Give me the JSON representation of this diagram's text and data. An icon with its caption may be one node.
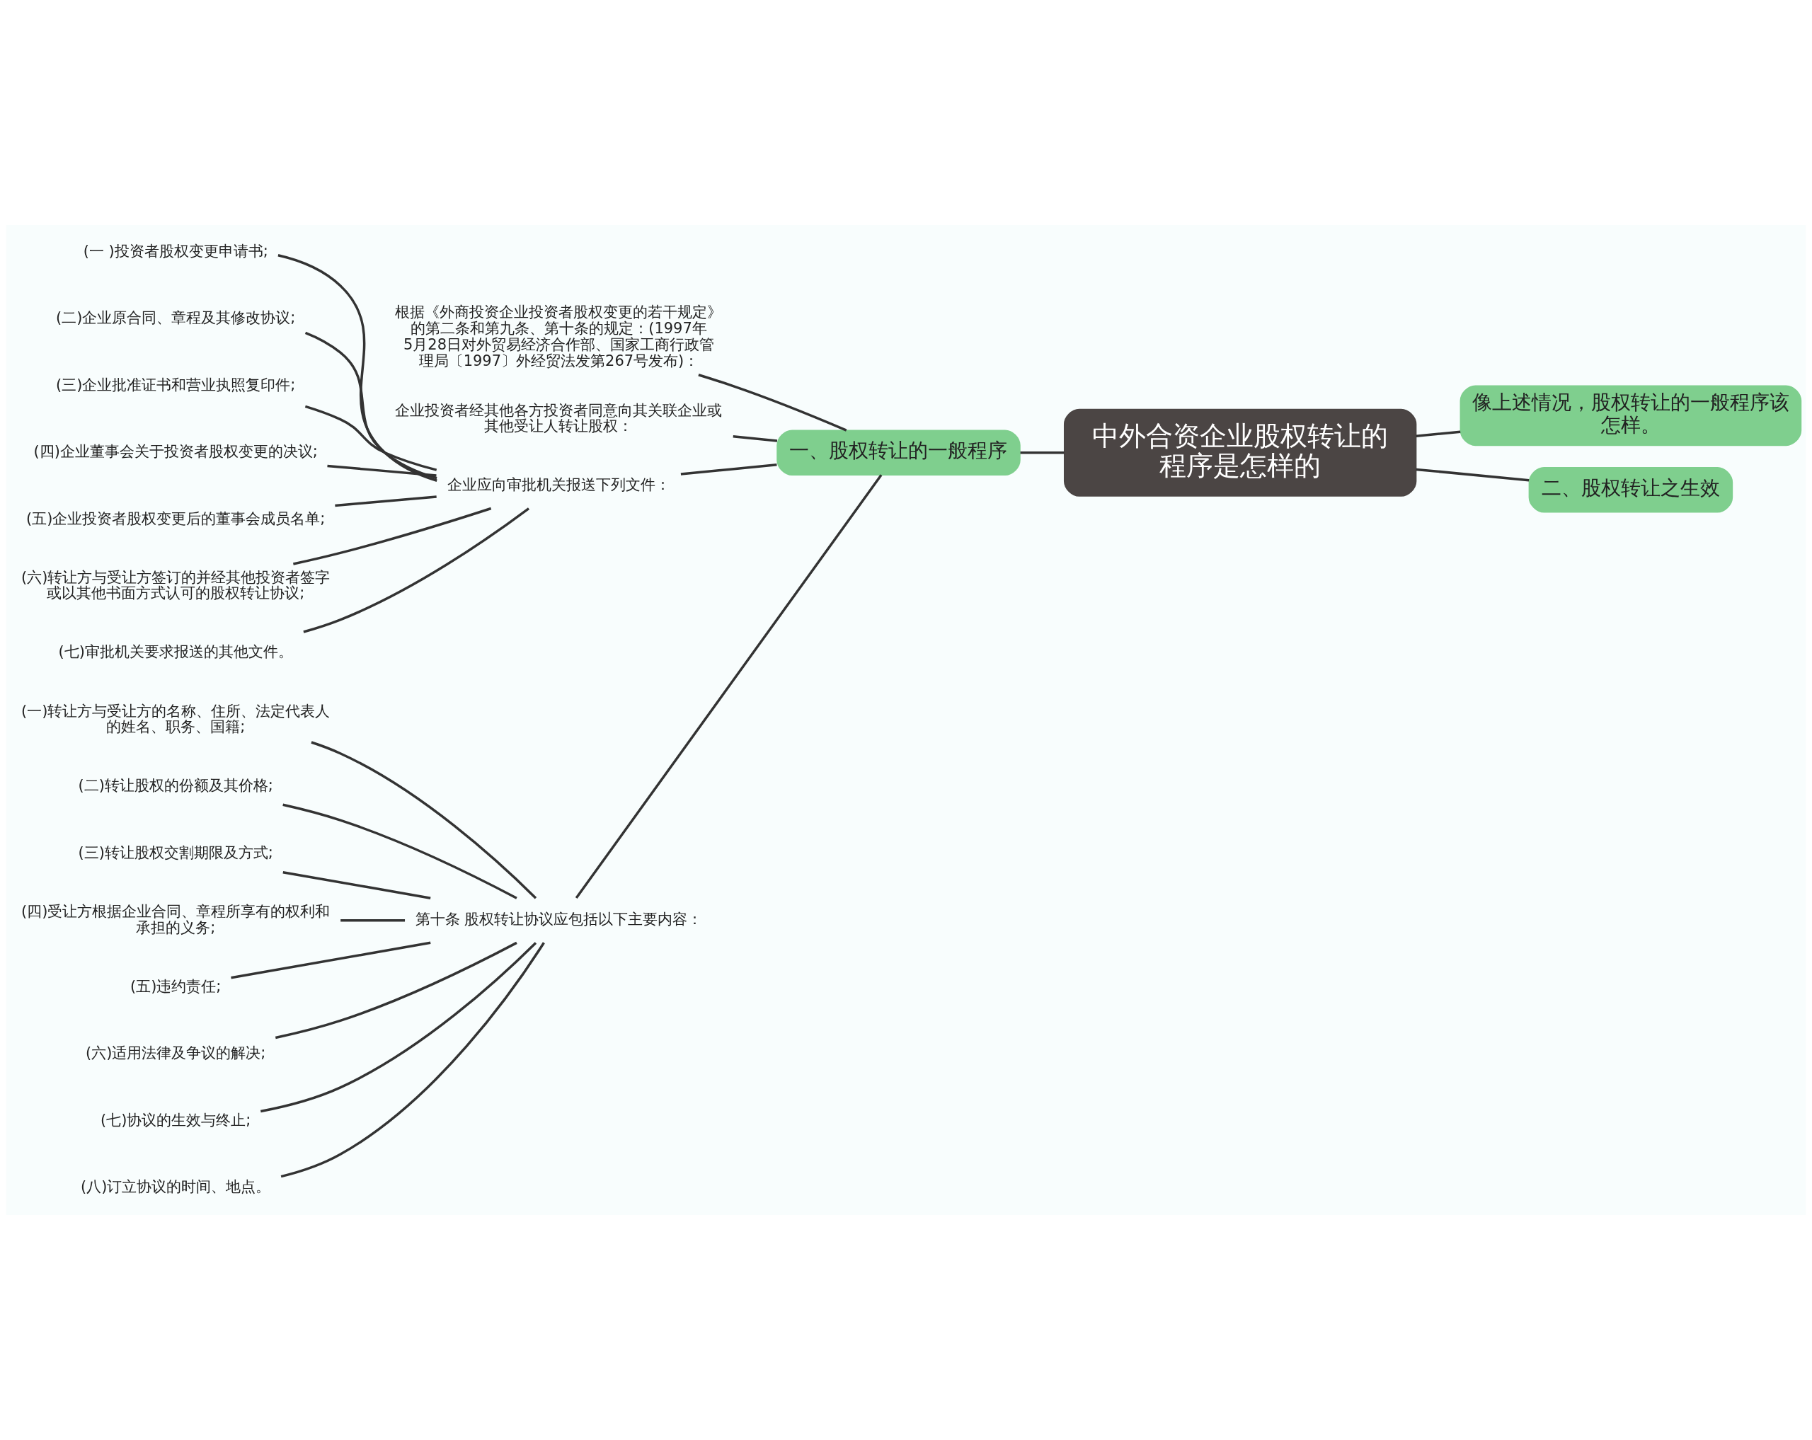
{
  "diagram": {
    "nodes": [
      {
        "text": [
          "中外合资企业股权转让的程序是怎样的"
        ]
      },
      {
        "text": [
          "一、股权转让的一般程序"
        ]
      },
      {
        "text": [
          "像上述情况，股权转让的一般程序该怎样。"
        ]
      },
      {
        "text": [
          "二、股权转让之生效"
        ]
      },
      {
        "text": [
          "根据《外商投资企业投资者股权变更的若干规定》的第二条和第九条、第十条的规定：(1997年5月28日对外贸易经济合作部、国家工商行政管理局〔1997〕外经贸法发第267号发布)："
        ]
      },
      {
        "text": [
          "企业投资者经其他各方投资者同意向其关联企业或其他受让人转让股权："
        ]
      },
      {
        "text": [
          "企业应向审批机关报送下列文件："
        ]
      },
      {
        "text": [
          "(一 )投资者股权变更申请书;"
        ]
      },
      {
        "text": [
          "(二)企业原合同、章程及其修改协议;"
        ]
      },
      {
        "text": [
          "(三)企业批准证书和营业执照复印件;"
        ]
      },
      {
        "text": [
          "(四)企业董事会关于投资者股权变更的决议;"
        ]
      },
      {
        "text": [
          "(五)企业投资者股权变更后的董事会成员名单;"
        ]
      },
      {
        "text": [
          "(六)转让方与受让方签订的并经其他投资者签字或以其他书面方式认可的股权转让协议;"
        ]
      },
      {
        "text": [
          "(七)审批机关要求报送的其他文件。"
        ]
      },
      {
        "text": [
          "第十条 股权转让协议应包括以下主要内容："
        ]
      },
      {
        "text": [
          "(一)转让方与受让方的名称、住所、法定代表人的姓名、职务、国籍;"
        ]
      },
      {
        "text": [
          "(二)转让股权的份额及其价格;"
        ]
      },
      {
        "text": [
          "(三)转让股权交割期限及方式;"
        ]
      },
      {
        "text": [
          "(四)受让方根据企业合同、章程所享有的权利和承担的义务;"
        ]
      },
      {
        "text": [
          "(五)违约责任;"
        ]
      },
      {
        "text": [
          "(六)适用法律及争议的解决;"
        ]
      },
      {
        "text": [
          "(七)协议的生效与终止;"
        ]
      },
      {
        "text": [
          "(八)订立协议的时间、地点。"
        ]
      }
    ],
    "edges": [
      {
        "from": 0,
        "to": 1,
        "arrow": "none"
      },
      {
        "from": 0,
        "to": 2,
        "arrow": "none"
      },
      {
        "from": 0,
        "to": 3,
        "arrow": "none"
      },
      {
        "from": 1,
        "to": 4,
        "arrow": "none"
      },
      {
        "from": 1,
        "to": 5,
        "arrow": "none"
      },
      {
        "from": 1,
        "to": 6,
        "arrow": "none"
      },
      {
        "from": 6,
        "to": 7,
        "arrow": "none"
      },
      {
        "from": 6,
        "to": 8,
        "arrow": "none"
      },
      {
        "from": 6,
        "to": 9,
        "arrow": "none"
      },
      {
        "from": 6,
        "to": 10,
        "arrow": "none"
      },
      {
        "from": 6,
        "to": 11,
        "arrow": "none"
      },
      {
        "from": 6,
        "to": 12,
        "arrow": "none"
      },
      {
        "from": 6,
        "to": 13,
        "arrow": "none"
      },
      {
        "from": 1,
        "to": 14,
        "arrow": "none"
      },
      {
        "from": 14,
        "to": 15,
        "arrow": "none"
      },
      {
        "from": 14,
        "to": 16,
        "arrow": "none"
      },
      {
        "from": 14,
        "to": 17,
        "arrow": "none"
      },
      {
        "from": 14,
        "to": 18,
        "arrow": "none"
      },
      {
        "from": 14,
        "to": 19,
        "arrow": "none"
      },
      {
        "from": 14,
        "to": 20,
        "arrow": "none"
      },
      {
        "from": 14,
        "to": 21,
        "arrow": "none"
      },
      {
        "from": 14,
        "to": 22,
        "arrow": "none"
      }
    ]
  }
}
